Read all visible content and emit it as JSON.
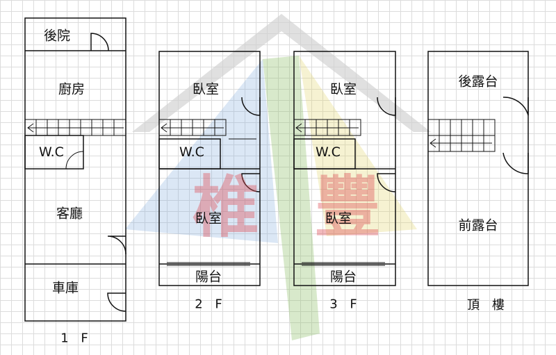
{
  "floors": [
    {
      "label": "1 F",
      "rooms": [
        {
          "name": "後院"
        },
        {
          "name": "廚房"
        },
        {
          "name": "W.C"
        },
        {
          "name": "客廳"
        },
        {
          "name": "車庫"
        }
      ]
    },
    {
      "label": "2 F",
      "rooms": [
        {
          "name": "臥室"
        },
        {
          "name": "W.C"
        },
        {
          "name": "臥室"
        },
        {
          "name": "陽台"
        }
      ]
    },
    {
      "label": "3 F",
      "rooms": [
        {
          "name": "臥室"
        },
        {
          "name": "W.C"
        },
        {
          "name": "臥室"
        },
        {
          "name": "陽台"
        }
      ]
    },
    {
      "label": "頂 樓",
      "rooms": [
        {
          "name": "後露台"
        },
        {
          "name": "前露台"
        }
      ]
    }
  ],
  "watermark": {
    "char1": "椎",
    "char2": "豐"
  },
  "colors": {
    "wall": "#111111",
    "grid": "#dcdcdc",
    "watermark": "#e0505a"
  }
}
